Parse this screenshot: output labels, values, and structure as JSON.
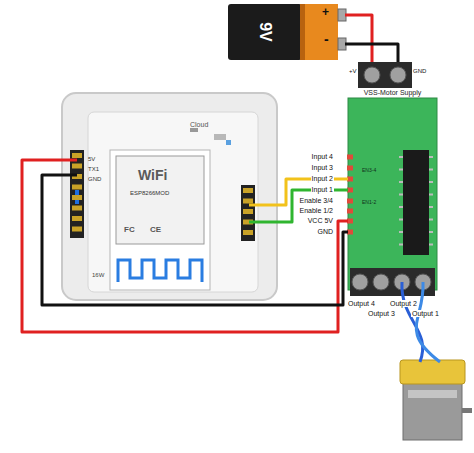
{
  "diagram": {
    "nodes": [
      {
        "text": [
          "9V"
        ]
      },
      {
        "text": [
          "Cloud"
        ]
      },
      {
        "text": [
          "WiFi",
          "ESP8266MOD"
        ],
        "in": 1
      },
      {
        "text": [
          "VSS-Motor Supply"
        ]
      }
    ],
    "edges": [
      {
        "from": 0,
        "to": 3,
        "arrow": "none"
      },
      {
        "from": 0,
        "to": 3,
        "arrow": "none"
      },
      {
        "from": 1,
        "to": 3,
        "arrow": "none"
      },
      {
        "from": 1,
        "to": 3,
        "arrow": "none"
      },
      {
        "from": 1,
        "to": 3,
        "arrow": "none"
      },
      {
        "from": 1,
        "to": 3,
        "arrow": "none"
      }
    ],
    "labels": [
      "+",
      "-",
      "+V",
      "GND",
      "Input 4",
      "Input 3",
      "Input 2",
      "Input 1",
      "Enable 3/4",
      "Enable 1/2",
      "VCC 5V",
      "GND",
      "Output 4",
      "Output 3",
      "Output 2",
      "Output 1",
      "EN3-4",
      "EN1-2",
      "5V",
      "TX1",
      "GND",
      "FC",
      "CE",
      "16W"
    ]
  }
}
